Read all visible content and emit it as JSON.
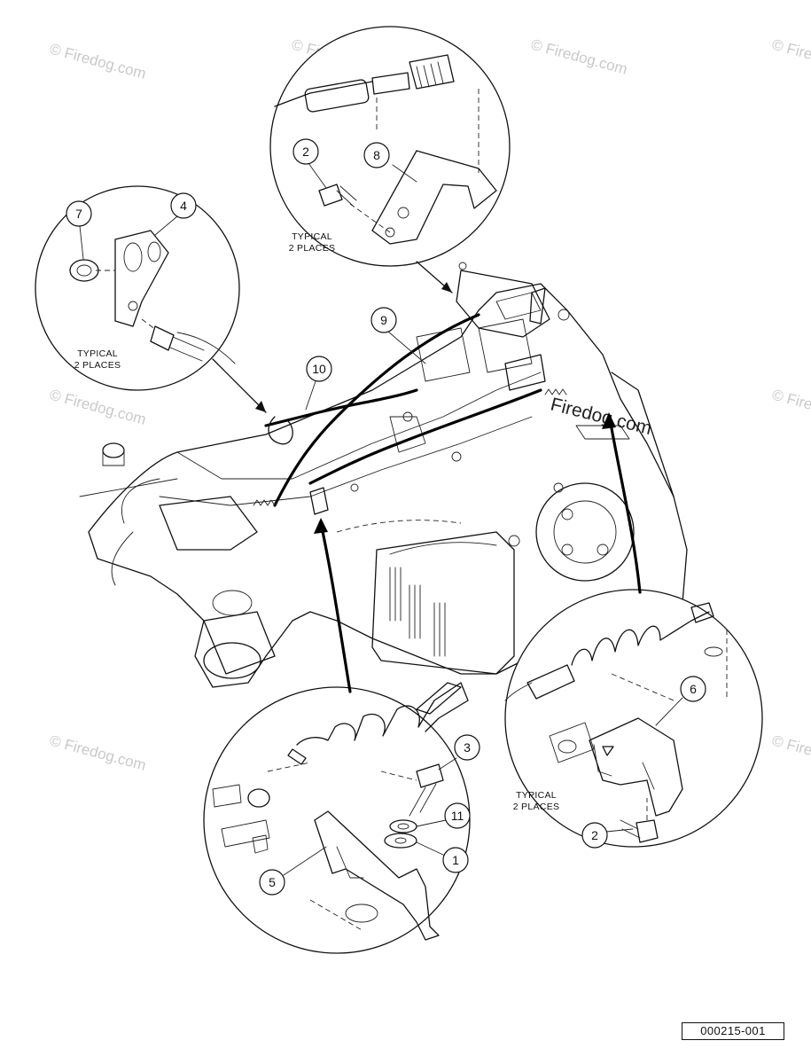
{
  "figure_ref": "000215-001",
  "watermark": {
    "text": "© Firedog.com",
    "brand": "Firedog.com"
  },
  "notes": {
    "top_line1": "TYPICAL",
    "top_line2": "2 PLACES",
    "left_line1": "TYPICAL",
    "left_line2": "2 PLACES",
    "right_line1": "TYPICAL",
    "right_line2": "2 PLACES"
  },
  "callouts": [
    "1",
    "2",
    "2",
    "3",
    "4",
    "5",
    "6",
    "7",
    "8",
    "9",
    "10",
    "11"
  ]
}
